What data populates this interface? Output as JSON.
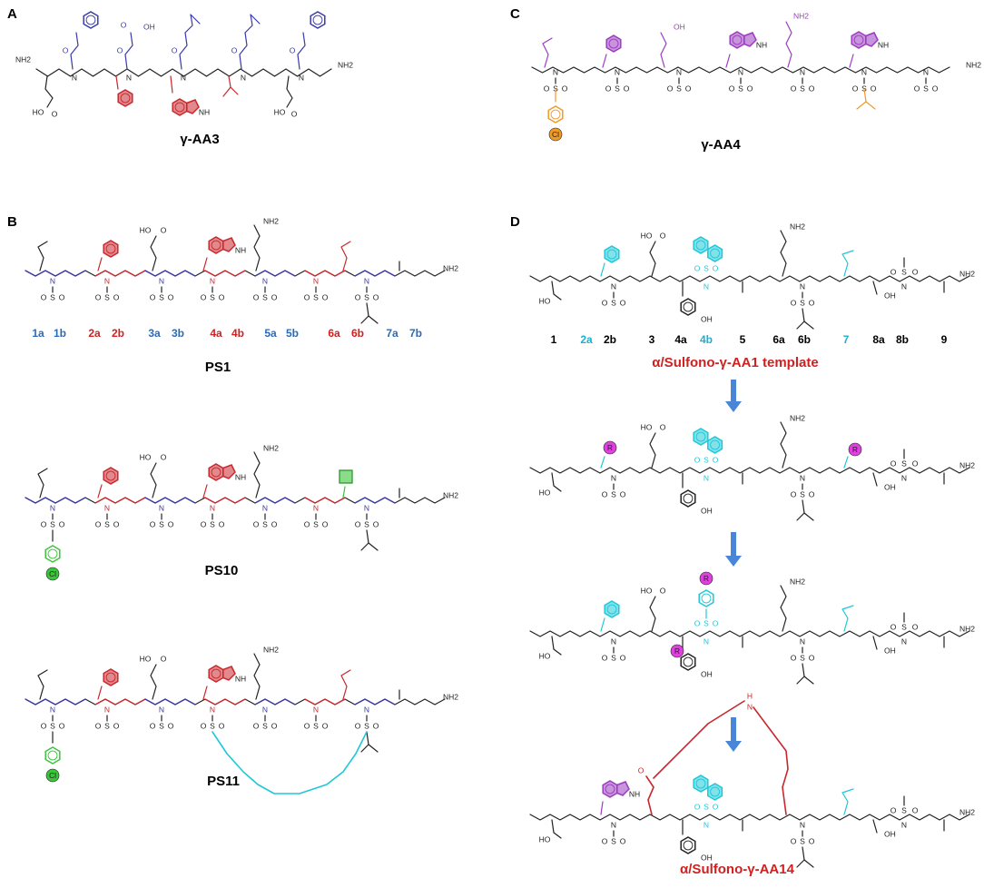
{
  "panels": {
    "A": {
      "letter": "A",
      "compound": "γ-AA3"
    },
    "B": {
      "letter": "B",
      "compounds": [
        "PS1",
        "PS10",
        "PS11"
      ],
      "residue_labels": [
        "1a",
        "1b",
        "2a",
        "2b",
        "3a",
        "3b",
        "4a",
        "4b",
        "5a",
        "5b",
        "6a",
        "6b",
        "7a",
        "7b"
      ]
    },
    "C": {
      "letter": "C",
      "compound": "γ-AA4"
    },
    "D": {
      "letter": "D",
      "template": "α/Sulfono-γ-AA1  template",
      "product": "α/Sulfono-γ-AA14",
      "residue_labels": [
        "1",
        "2a",
        "2b",
        "3",
        "4a",
        "4b",
        "5",
        "6a",
        "6b",
        "7",
        "8a",
        "8b",
        "9"
      ]
    }
  },
  "atoms": {
    "nh2": "NH2",
    "nh": "NH",
    "n": "N",
    "h": "H",
    "o": "O",
    "s": "S",
    "oh": "OH",
    "ho": "HO",
    "cooh": "OH",
    "cl": "Cl",
    "r": "R"
  },
  "colors": {
    "blue_residue": "#3a3aa8",
    "red_residue": "#c8282d",
    "purple": "#9b3cc0",
    "cyan": "#1ec8d8",
    "green": "#3cc43c",
    "orange": "#f09a28",
    "magenta": "#e040e0",
    "arrow": "#4a86d8",
    "label_blue": "#2a6bb8",
    "label_red": "#d02020",
    "label_cyan": "#1ab0d0"
  }
}
